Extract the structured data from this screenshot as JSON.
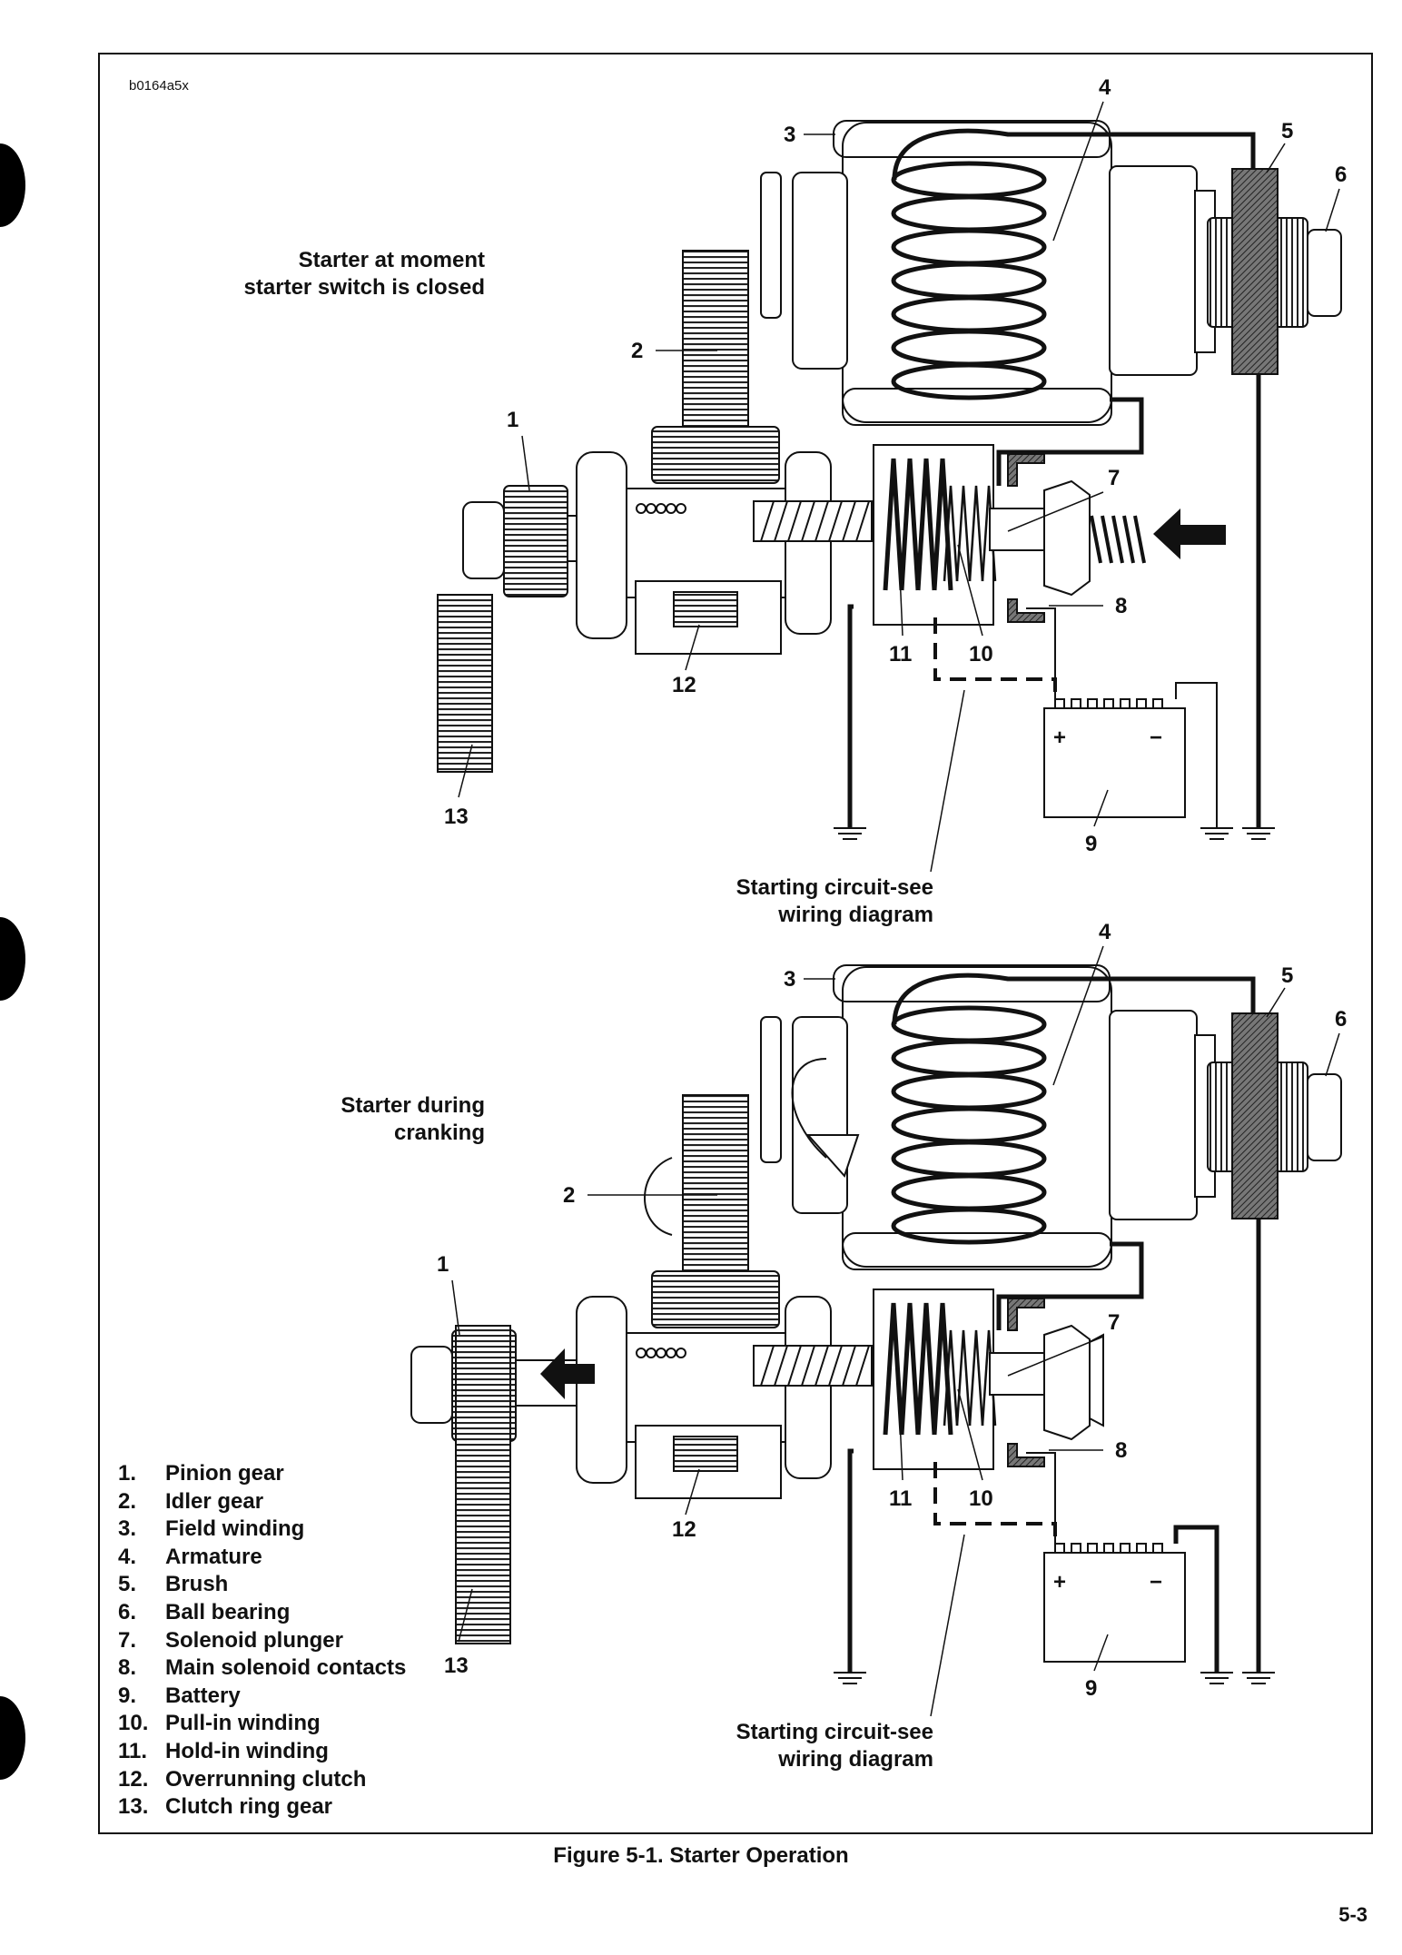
{
  "document_id": "b0164a5x",
  "panels": [
    {
      "heading": "Starter at moment\nstarter switch is closed",
      "circuit_note": "Starting circuit-see\nwiring diagram",
      "callouts": [
        "1",
        "2",
        "3",
        "4",
        "5",
        "6",
        "7",
        "8",
        "9",
        "10",
        "11",
        "12",
        "13"
      ]
    },
    {
      "heading": "Starter during\ncranking",
      "circuit_note": "Starting circuit-see\nwiring diagram",
      "callouts": [
        "1",
        "2",
        "3",
        "4",
        "5",
        "6",
        "7",
        "8",
        "9",
        "10",
        "11",
        "12",
        "13"
      ]
    }
  ],
  "battery_signs": {
    "positive": "+",
    "negative": "−"
  },
  "legend": [
    {
      "num": "1.",
      "text": "Pinion gear"
    },
    {
      "num": "2.",
      "text": "Idler gear"
    },
    {
      "num": "3.",
      "text": "Field winding"
    },
    {
      "num": "4.",
      "text": "Armature"
    },
    {
      "num": "5.",
      "text": "Brush"
    },
    {
      "num": "6.",
      "text": "Ball bearing"
    },
    {
      "num": "7.",
      "text": "Solenoid plunger"
    },
    {
      "num": "8.",
      "text": "Main solenoid contacts"
    },
    {
      "num": "9.",
      "text": "Battery"
    },
    {
      "num": "10.",
      "text": "Pull-in winding"
    },
    {
      "num": "11.",
      "text": "Hold-in winding"
    },
    {
      "num": "12.",
      "text": "Overrunning clutch"
    },
    {
      "num": "13.",
      "text": "Clutch ring gear"
    }
  ],
  "caption": "Figure 5-1. Starter Operation",
  "page_number": "5-3"
}
